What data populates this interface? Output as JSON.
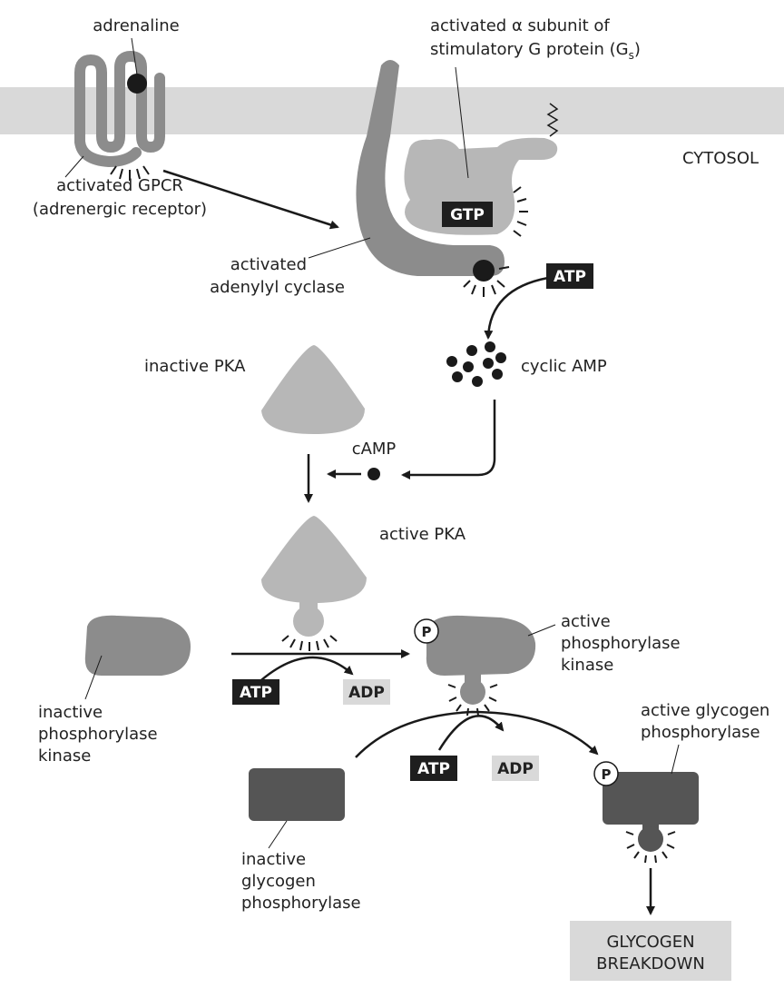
{
  "colors": {
    "membrane": "#d9d9d9",
    "protein_dark": "#8c8c8c",
    "protein_light": "#b7b7b7",
    "phosphorylase_dark": "#555555",
    "label_box_dark": "#1e1e1e",
    "label_box_light": "#d9d9d9",
    "arrow": "#1a1a1a"
  },
  "labels": {
    "adrenaline": "adrenaline",
    "activated_alpha_line1": "activated α subunit of",
    "activated_alpha_line2": "stimulatory G protein (G",
    "activated_alpha_sub": "s",
    "activated_alpha_close": ")",
    "cytosol": "CYTOSOL",
    "activated_gpcr_line1": "activated GPCR",
    "activated_gpcr_line2": "(adrenergic receptor)",
    "activated_cyclase_line1": "activated",
    "activated_cyclase_line2": "adenylyl cyclase",
    "gtp": "GTP",
    "atp_top": "ATP",
    "cyclic_amp": "cyclic AMP",
    "inactive_pka": "inactive PKA",
    "camp": "cAMP",
    "active_pka": "active PKA",
    "active_pk_line1": "active",
    "active_pk_line2": "phosphorylase",
    "active_pk_line3": "kinase",
    "inactive_pk_line1": "inactive",
    "inactive_pk_line2": "phosphorylase",
    "inactive_pk_line3": "kinase",
    "atp_mid": "ATP",
    "adp_mid": "ADP",
    "active_gp_line1": "active glycogen",
    "active_gp_line2": "phosphorylase",
    "atp_low": "ATP",
    "adp_low": "ADP",
    "inactive_gp_line1": "inactive",
    "inactive_gp_line2": "glycogen",
    "inactive_gp_line3": "phosphorylase",
    "breakdown_line1": "GLYCOGEN",
    "breakdown_line2": "BREAKDOWN",
    "phospho": "P"
  }
}
